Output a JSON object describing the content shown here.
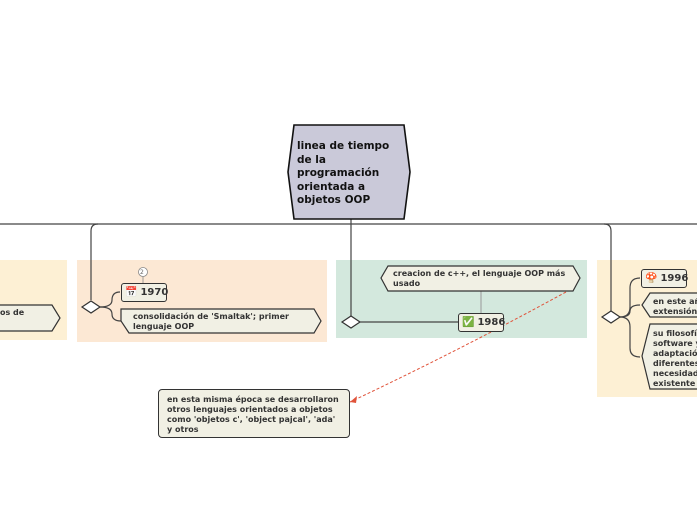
{
  "root": {
    "title": "linea de tiempo de la programación orientada a objetos OOP"
  },
  "branch_left": {
    "partial_label": "os de"
  },
  "branch_1970": {
    "badge": "2",
    "date": "1970",
    "date_icon": "calendar-icon",
    "topic": "consolidación de 'Smaltak'; primer lenguaje OOP"
  },
  "branch_1986": {
    "date": "1986",
    "date_icon": "checkmark-icon",
    "topic": "creacion de c++, el lenguaje OOP más usado"
  },
  "branch_1996": {
    "date": "1996",
    "date_icon": "mushroom-icon",
    "topic_a": "en este añ extensión",
    "topic_b": "su filosofía software y adaptación diferentes necesidad existente"
  },
  "note": {
    "text": "en esta misma época se desarrollaron otros lenguajes orientados a objetos como 'objetos c', 'object pajcal', 'ada' y otros"
  },
  "colors": {
    "root_fill": "#cac9d9",
    "zone_peach": "#fce8d4",
    "zone_green": "#d3e8dd",
    "zone_yellow": "#fdf0d4",
    "node_fill": "#f1f0e4",
    "connector_red": "#e0533a"
  }
}
